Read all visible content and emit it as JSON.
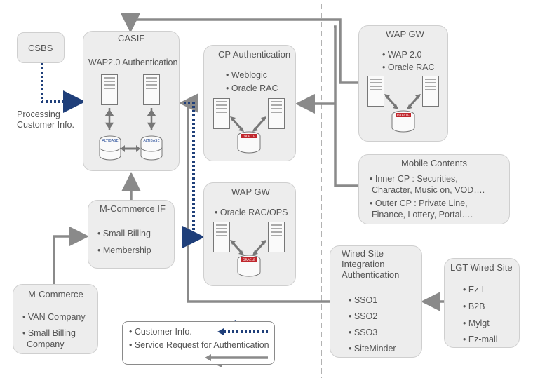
{
  "csbs": {
    "title": "CSBS"
  },
  "processing": {
    "line1": "Processing",
    "line2": "Customer Info."
  },
  "casif": {
    "title": "CASIF",
    "subtitle": "WAP2.0 Authentication",
    "db_label": "ALTIBASE"
  },
  "cp_auth": {
    "title": "CP Authentication",
    "items": [
      "• Weblogic",
      "• Oracle RAC"
    ]
  },
  "wap_gw_top": {
    "title": "WAP GW",
    "items": [
      "• WAP 2.0",
      "• Oracle RAC"
    ]
  },
  "wap_gw_mid": {
    "title": "WAP GW",
    "items": [
      "• Oracle RAC/OPS"
    ]
  },
  "mobile_contents": {
    "title": "Mobile Contents",
    "lines": [
      "• Inner CP : Securities,",
      "Character, Music on, VOD….",
      "• Outer CP : Private Line,",
      "Finance, Lottery, Portal…."
    ]
  },
  "mcommerce_if": {
    "title": "M-Commerce IF",
    "items": [
      "• Small Billing",
      "• Membership"
    ]
  },
  "mcommerce": {
    "title": "M-Commerce",
    "items": [
      "• VAN  Company",
      "• Small Billing",
      "Company"
    ]
  },
  "wired_site": {
    "title_lines": [
      "Wired Site",
      "Integration",
      "Authentication"
    ],
    "items": [
      "• SSO1",
      "• SSO2",
      "• SSO3",
      "• SiteMinder"
    ]
  },
  "lgt_wired": {
    "title": "LGT Wired Site",
    "items": [
      "• Ez-I",
      "• B2B",
      "• Mylgt",
      "• Ez-mall"
    ]
  },
  "legend": {
    "customer_info": "• Customer Info.",
    "service_request": "• Service Request for Authentication"
  },
  "oracle_label": "ORACLE",
  "colors": {
    "dotted_arrow": "#1f3f7a",
    "gray_arrow": "#8a8a8a",
    "box_fill": "#ededed",
    "oracle_red": "#c0272d"
  }
}
